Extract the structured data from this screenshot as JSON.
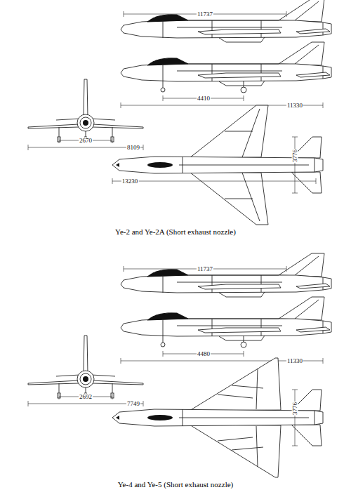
{
  "diagram": {
    "labels": [
      "11737",
      "4410",
      "11330",
      "2670",
      "8109",
      "13230",
      "3776",
      "Ye-2 and Ye-2A (Short exhaust nozzle)",
      "11737",
      "4480",
      "11330",
      "2692",
      "7749",
      "3776",
      "Ye-4 and Ye-5 (Short exhaust nozzle)"
    ]
  }
}
